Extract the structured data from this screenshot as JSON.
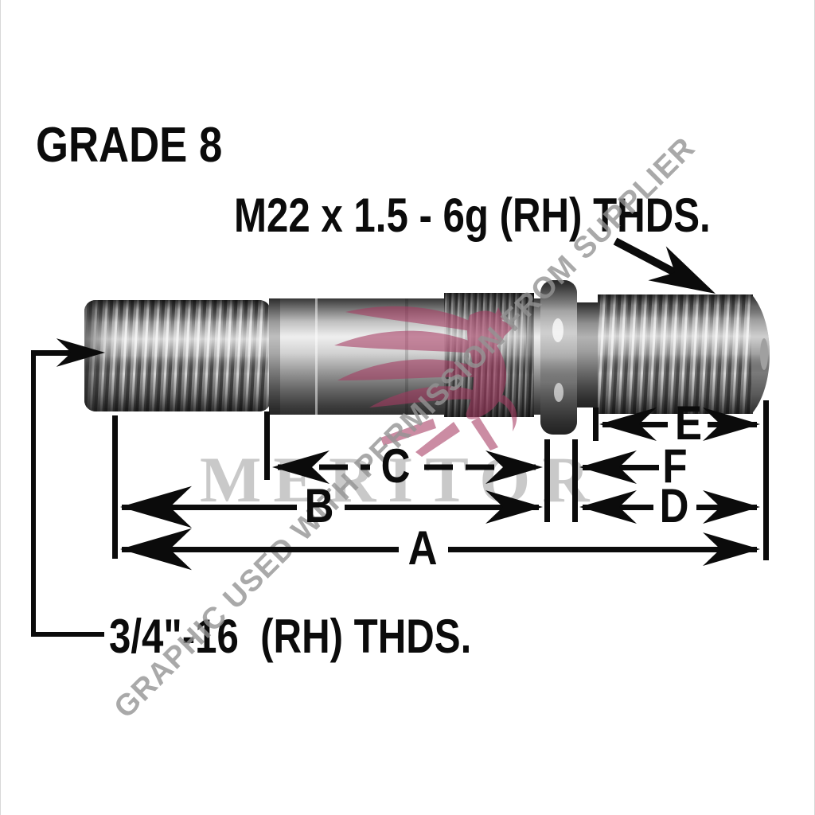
{
  "diagram": {
    "grade_label": "GRADE 8",
    "top_thread_spec": "M22 x 1.5 - 6g (RH) THDS.",
    "bottom_thread_spec": "3/4\"-16  (RH) THDS.",
    "dimension_labels": {
      "a": "A",
      "b": "B",
      "c": "C",
      "d": "D",
      "e": "E",
      "f": "F"
    }
  },
  "watermark": {
    "brand": "MERITOR",
    "permission_notice": "GRAPHIC USED WITH PERMISSION FROM SUPPLIER"
  },
  "colors": {
    "background": "#ffffff",
    "annotation": "#0b0b0b",
    "watermark_brand": "#c5c5c5",
    "watermark_notice": "#949494",
    "griffin_pink": "#a63b62"
  }
}
